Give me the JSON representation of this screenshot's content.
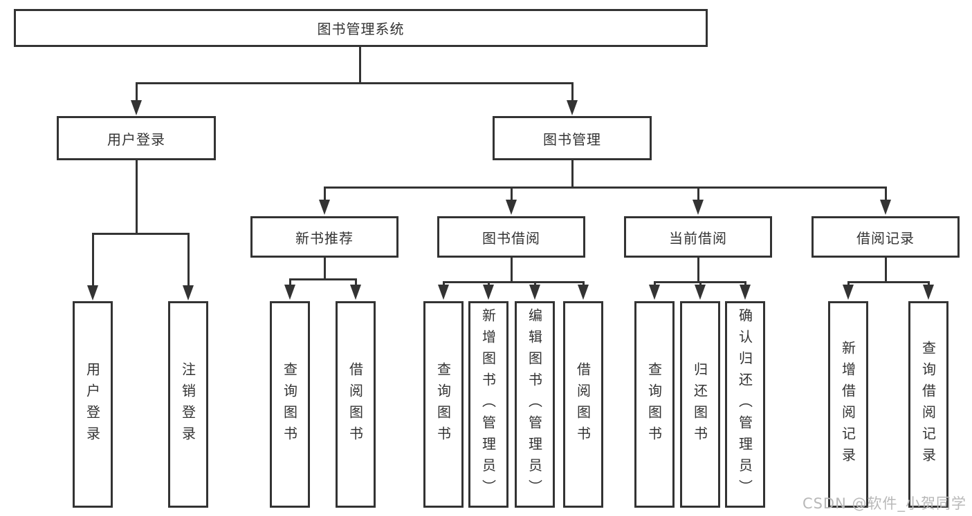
{
  "diagram": {
    "root": {
      "label": "图书管理系统"
    },
    "level2": [
      {
        "label": "用户登录"
      },
      {
        "label": "图书管理"
      }
    ],
    "level3": [
      {
        "label": "新书推荐"
      },
      {
        "label": "图书借阅"
      },
      {
        "label": "当前借阅"
      },
      {
        "label": "借阅记录"
      }
    ],
    "leaves": {
      "user_login": [
        {
          "label": "用户登录"
        },
        {
          "label": "注销登录"
        }
      ],
      "new_book": [
        {
          "label": "查询图书"
        },
        {
          "label": "借阅图书"
        }
      ],
      "book_borrow": [
        {
          "label": "查询图书"
        },
        {
          "label": "新增图书（管理员）"
        },
        {
          "label": "编辑图书（管理员）"
        },
        {
          "label": "借阅图书"
        }
      ],
      "current_borrow": [
        {
          "label": "查询图书"
        },
        {
          "label": "归还图书"
        },
        {
          "label": "确认归还（管理员）"
        }
      ],
      "borrow_records": [
        {
          "label": "新增借阅记录"
        },
        {
          "label": "查询借阅记录"
        }
      ]
    },
    "watermark": "CSDN @软件_小贺同学",
    "colors": {
      "line": "#333333",
      "text": "#333333",
      "watermark": "#b8b8b8",
      "background": "#ffffff"
    }
  }
}
